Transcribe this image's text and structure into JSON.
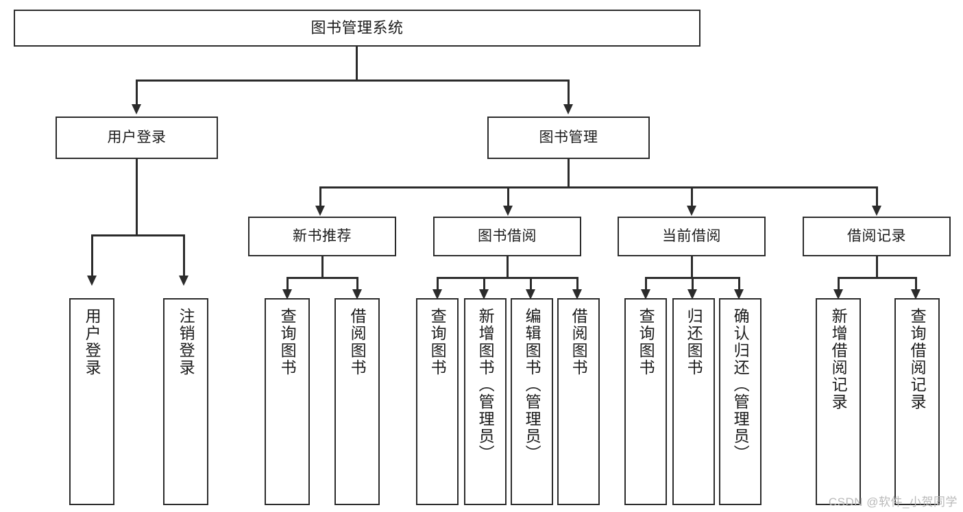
{
  "diagram": {
    "title": "图书管理系统",
    "type": "tree",
    "orientation": "top-down",
    "colors": {
      "box_border": "#2b2b2b",
      "box_fill": "#ffffff",
      "text": "#1b1b1b",
      "connector": "#2b2b2b",
      "watermark": "#b9b9b9",
      "background": "#ffffff"
    },
    "root": {
      "label": "图书管理系统"
    },
    "level2": [
      {
        "label": "用户登录"
      },
      {
        "label": "图书管理"
      }
    ],
    "level3": [
      {
        "label": "新书推荐"
      },
      {
        "label": "图书借阅"
      },
      {
        "label": "当前借阅"
      },
      {
        "label": "借阅记录"
      }
    ],
    "leaves": {
      "user_login": [
        {
          "label": "用户登录"
        },
        {
          "label": "注销登录"
        }
      ],
      "new_book": [
        {
          "label": "查询图书"
        },
        {
          "label": "借阅图书"
        }
      ],
      "book_borrow": [
        {
          "label": "查询图书"
        },
        {
          "label": "新增图书（管理员）"
        },
        {
          "label": "编辑图书（管理员）"
        },
        {
          "label": "借阅图书"
        }
      ],
      "current_borrow": [
        {
          "label": "查询图书"
        },
        {
          "label": "归还图书"
        },
        {
          "label": "确认归还（管理员）"
        }
      ],
      "borrow_record": [
        {
          "label": "新增借阅记录"
        },
        {
          "label": "查询借阅记录"
        }
      ]
    }
  },
  "watermark": {
    "text": "CSDN @软件_小贺同学"
  }
}
